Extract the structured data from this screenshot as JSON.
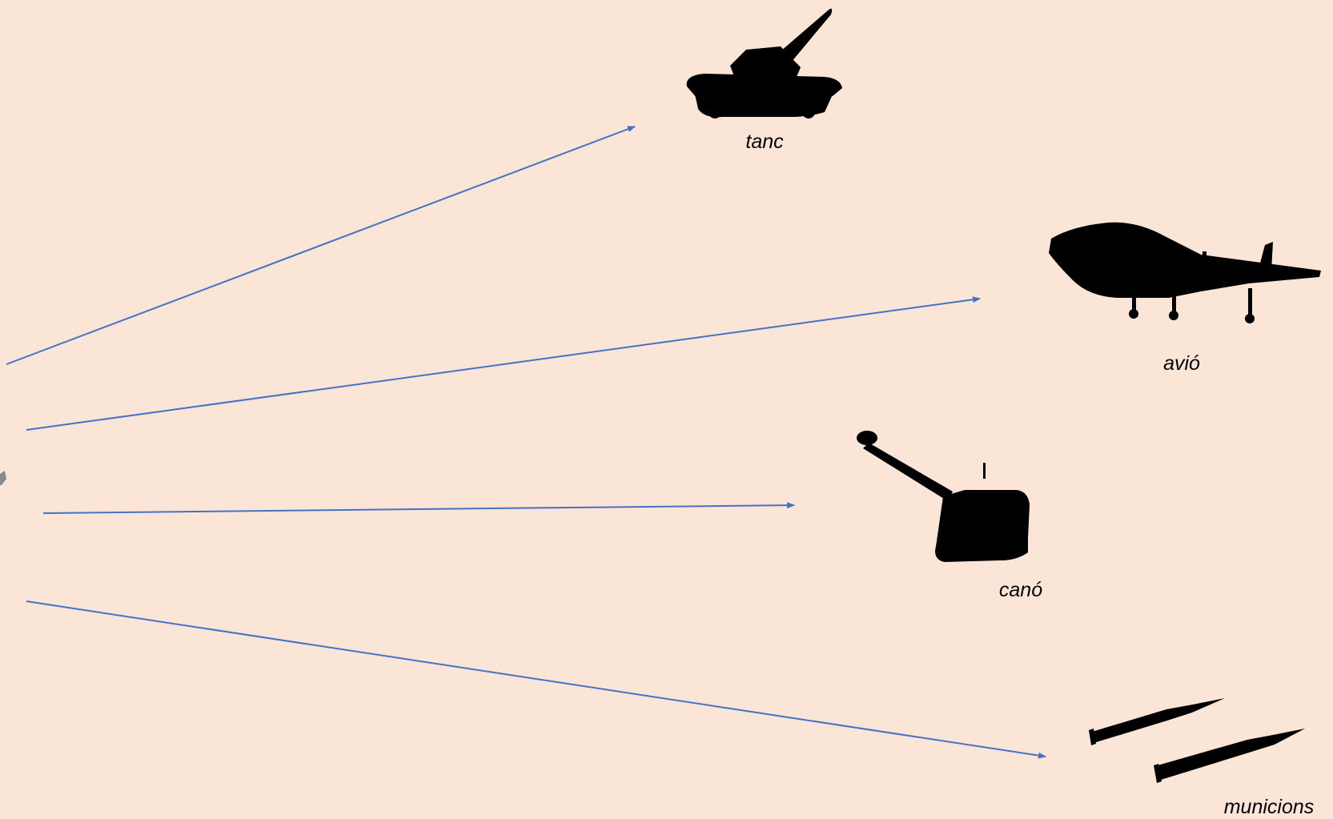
{
  "colors": {
    "background": "#fbe5d7",
    "arrow": "#4472c4",
    "silhouette": "#000000"
  },
  "items": [
    {
      "label": "tanc",
      "icon": "tank-icon"
    },
    {
      "label": "avió",
      "icon": "airplane-icon"
    },
    {
      "label": "canó",
      "icon": "artillery-icon"
    },
    {
      "label": "municions",
      "icon": "ammunition-icon"
    }
  ]
}
